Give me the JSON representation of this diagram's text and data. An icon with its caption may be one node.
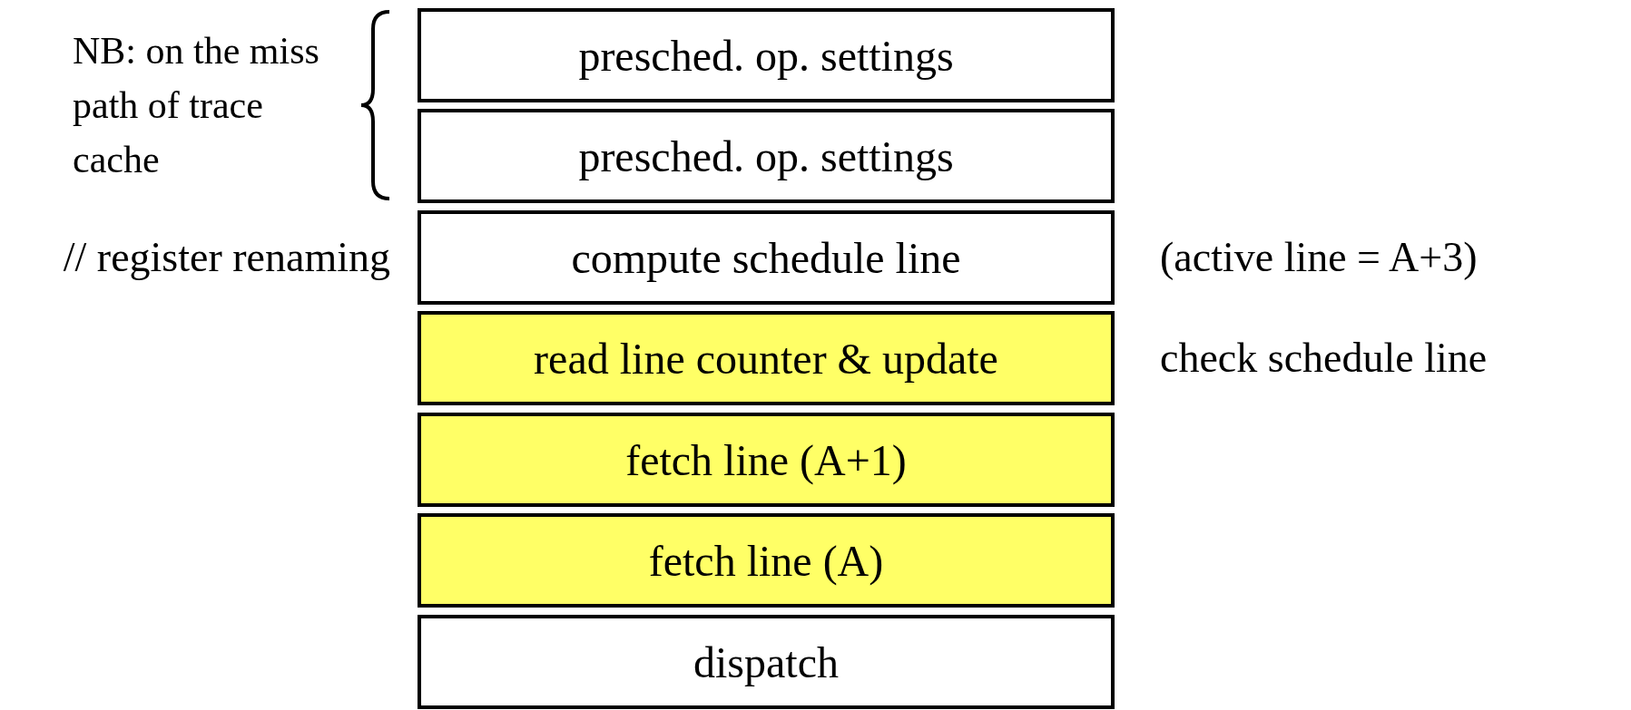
{
  "diagram": {
    "nodes": [
      {
        "text": [
          "presched. op. settings"
        ]
      },
      {
        "text": [
          "presched. op. settings"
        ]
      },
      {
        "text": [
          "compute schedule line"
        ],
        "beside": [
          "// register renaming",
          "(active line = A+3)"
        ]
      },
      {
        "text": [
          "read line counter & update"
        ],
        "beside": [
          "check schedule line"
        ]
      },
      {
        "text": [
          "fetch line (A+1)"
        ]
      },
      {
        "text": [
          "fetch line (A)"
        ]
      },
      {
        "text": [
          "dispatch"
        ]
      }
    ],
    "edges": [],
    "labels": [
      "NB: on the miss path of trace cache"
    ]
  }
}
